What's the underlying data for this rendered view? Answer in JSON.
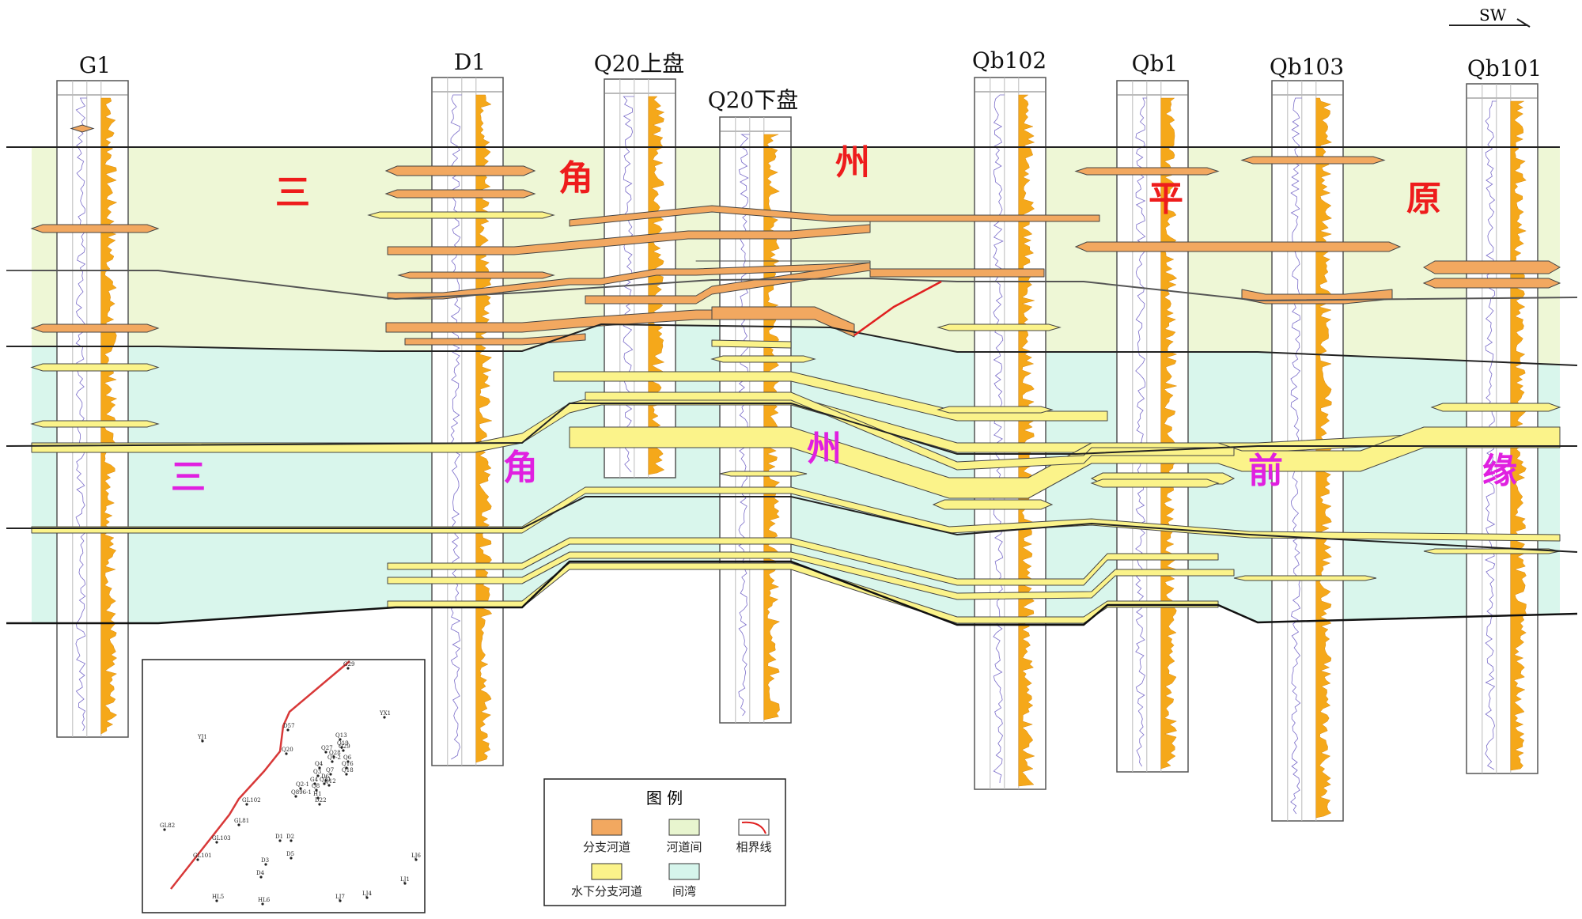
{
  "direction": {
    "label": "SW"
  },
  "wells": [
    {
      "id": "G1"
    },
    {
      "id": "D1"
    },
    {
      "id": "Q20上盘"
    },
    {
      "id": "Q20下盘"
    },
    {
      "id": "Qb102"
    },
    {
      "id": "Qb1"
    },
    {
      "id": "Qb103"
    },
    {
      "id": "Qb101"
    }
  ],
  "facies_labels": {
    "upper": [
      "三",
      "角",
      "州",
      "平",
      "原"
    ],
    "lower": [
      "三",
      "角",
      "州",
      "前",
      "缘"
    ]
  },
  "legend": {
    "title": "图    例",
    "items": [
      {
        "label": "分支河道",
        "color": "#f2a860"
      },
      {
        "label": "河道间",
        "color": "#e8f5cf"
      },
      {
        "label": "相界线",
        "color": "#e02020"
      },
      {
        "label": "水下分支河道",
        "color": "#fbf38a"
      },
      {
        "label": "间湾",
        "color": "#d6f5ec"
      }
    ]
  },
  "colors": {
    "plain_fill": "#eef7d6",
    "front_fill": "#d9f6ec",
    "branch_channel": "#f2a860",
    "subaqueous_channel": "#fbf38a",
    "facies_boundary": "#e02020",
    "upper_text": "#ee1c1c",
    "lower_text": "#e020e0",
    "log_orange": "#f5a81a",
    "log_yellow": "#f4e14a"
  },
  "inset_map": {
    "labels": [
      "G29",
      "YX1",
      "YJ1",
      "D57",
      "Q13",
      "Q19",
      "Q20",
      "Q27",
      "Q28",
      "Q29",
      "Q6",
      "Q1-2",
      "Q4",
      "Q16",
      "Q18",
      "Q7",
      "Q11",
      "Q3",
      "Q12",
      "G4",
      "D6",
      "Q2-1",
      "Q8",
      "Q896-1",
      "H1",
      "D22",
      "GL102",
      "GL81",
      "GL82",
      "GL103",
      "GL101",
      "D1",
      "D2",
      "D3",
      "D4",
      "D5",
      "LJ6",
      "LJ1",
      "LJ7",
      "LJ4",
      "HL5",
      "HL6"
    ]
  }
}
